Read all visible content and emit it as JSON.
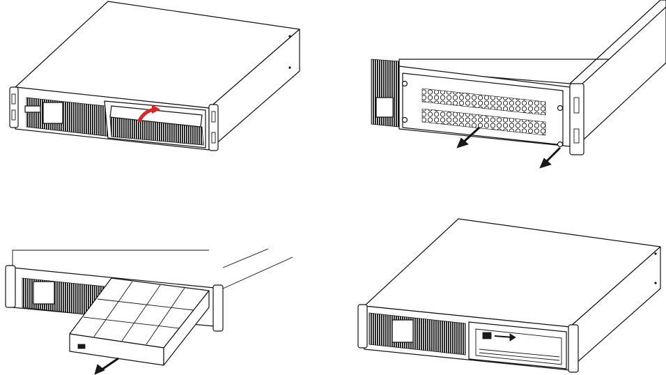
{
  "figure": {
    "steps": [
      {
        "id": "step-1",
        "depicts": "remove-front-cover",
        "arrow_color": "#d62828"
      },
      {
        "id": "step-2",
        "depicts": "remove-battery-cover-plate",
        "arrow_color": "#111111"
      },
      {
        "id": "step-3",
        "depicts": "pull-out-battery-pack",
        "arrow_color": "#111111"
      },
      {
        "id": "step-4",
        "depicts": "battery-bay-open",
        "arrow_color": "#111111"
      }
    ],
    "colors": {
      "line": "#111111",
      "background": "#ffffff",
      "accent_arrow": "#d62828"
    }
  }
}
